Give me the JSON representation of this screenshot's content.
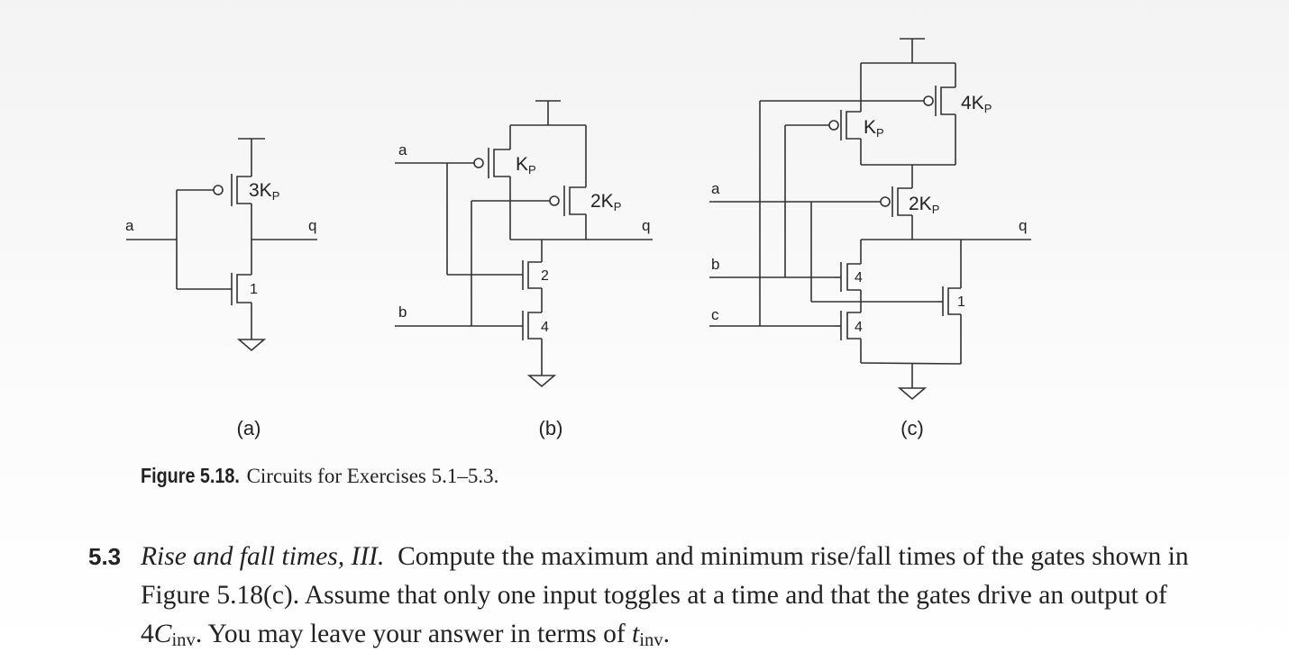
{
  "figure": {
    "panels": [
      {
        "caption": "(a)",
        "inputs": [
          "a"
        ],
        "output": "q",
        "pmos": [
          {
            "size": "3K",
            "sub": "P"
          }
        ],
        "nmos": [
          {
            "size": "1"
          }
        ]
      },
      {
        "caption": "(b)",
        "inputs": [
          "a",
          "b"
        ],
        "output": "q",
        "pmos": [
          {
            "size": "K",
            "sub": "P"
          },
          {
            "size": "2K",
            "sub": "P"
          }
        ],
        "nmos": [
          {
            "size": "2"
          },
          {
            "size": "4"
          }
        ]
      },
      {
        "caption": "(c)",
        "inputs": [
          "a",
          "b",
          "c"
        ],
        "output": "q",
        "pmos": [
          {
            "size": "4K",
            "sub": "P"
          },
          {
            "size": "K",
            "sub": "P"
          },
          {
            "size": "2K",
            "sub": "P"
          }
        ],
        "nmos": [
          {
            "size": "4"
          },
          {
            "size": "1"
          },
          {
            "size": "4"
          }
        ]
      }
    ],
    "caption_label": "Figure 5.18.",
    "caption_text": "Circuits for Exercises 5.1–5.3."
  },
  "exercise": {
    "number": "5.3",
    "title": "Rise and fall times, III.",
    "text_1": "Compute the maximum and minimum rise/fall times of the gates shown in Figure 5.18(c). Assume that only one input toggles at a time and that the gates drive an output of 4",
    "cap_symbol": "C",
    "cap_sub": "inv",
    "text_2": ". You may leave your answer in terms of ",
    "t_symbol": "t",
    "t_sub": "inv",
    "text_3": "."
  }
}
